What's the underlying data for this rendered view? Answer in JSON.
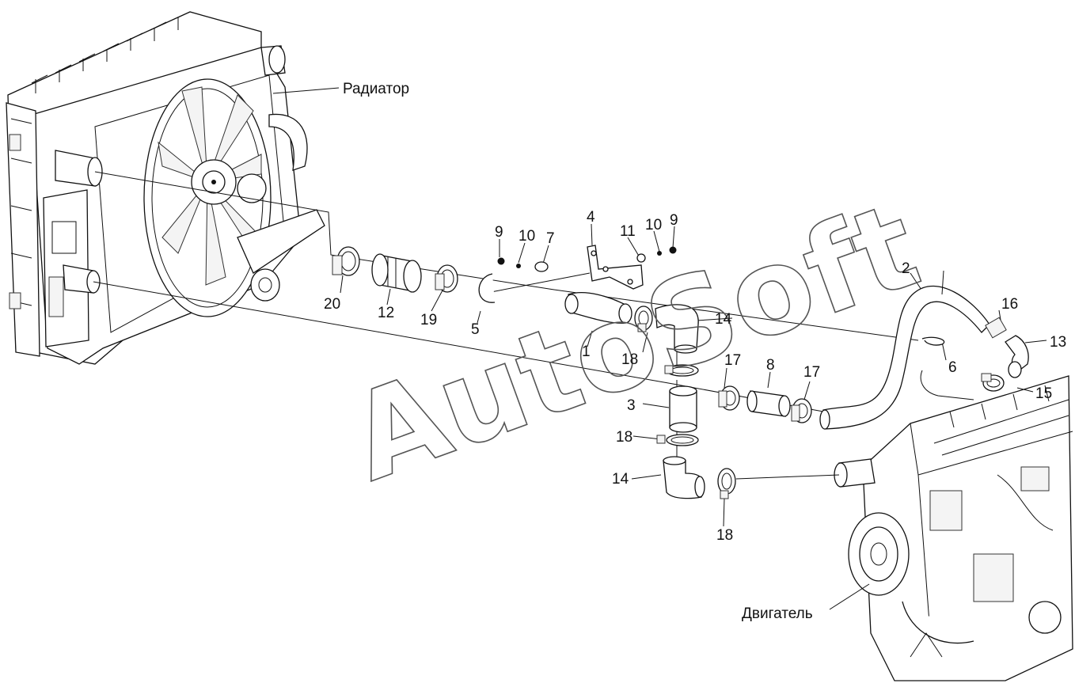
{
  "assemblies": {
    "radiator": "Радиатор",
    "engine": "Двигатель"
  },
  "callouts": [
    "1",
    "2",
    "3",
    "4",
    "5",
    "6",
    "7",
    "8",
    "9",
    "9",
    "10",
    "10",
    "11",
    "12",
    "13",
    "14",
    "14",
    "15",
    "16",
    "17",
    "17",
    "18",
    "18",
    "18",
    "19",
    "20"
  ],
  "watermark": "AutoSoft"
}
